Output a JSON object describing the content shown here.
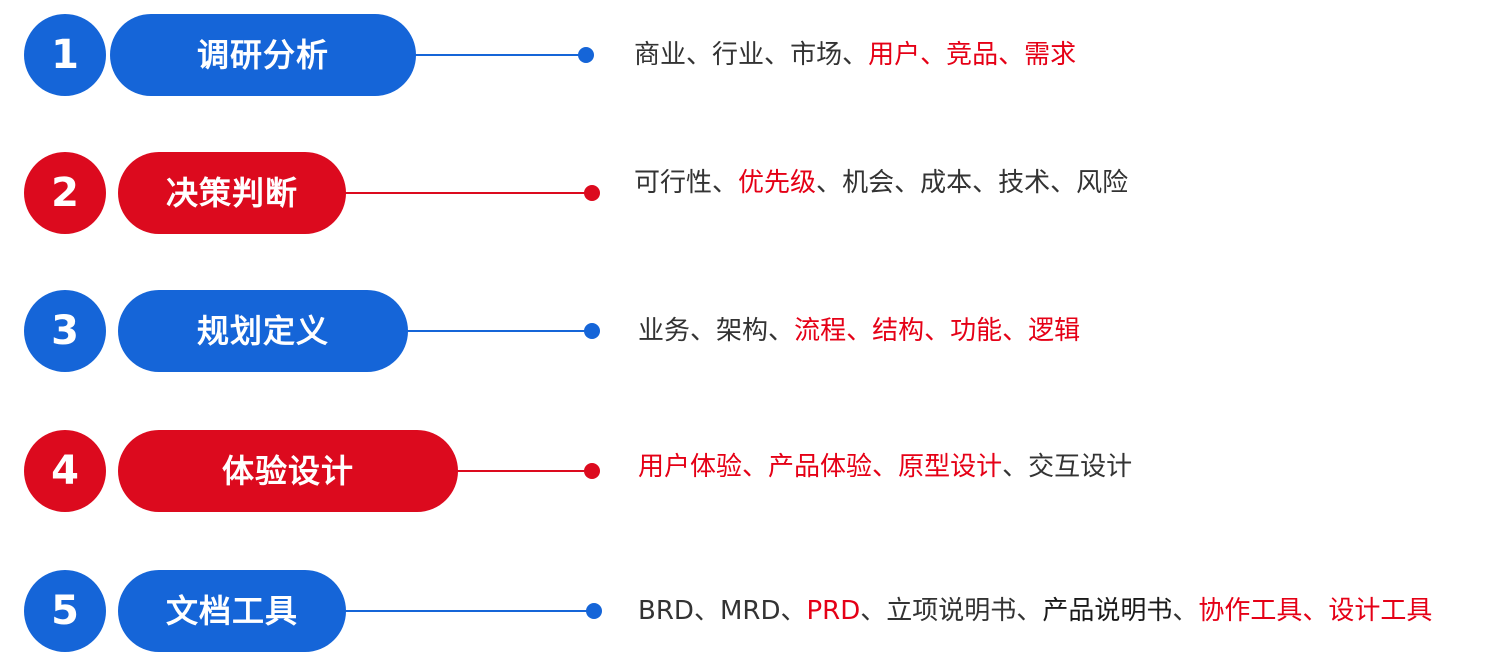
{
  "colors": {
    "blue": "#1565d8",
    "red": "#dc0a1e",
    "highlight": "#e50016",
    "text": "#333333"
  },
  "rows": [
    {
      "num": "1",
      "title": "调研分析",
      "theme": "blue",
      "items": [
        {
          "t": "商业",
          "hl": false
        },
        {
          "t": "行业",
          "hl": false
        },
        {
          "t": "市场",
          "hl": false
        },
        {
          "t": "用户",
          "hl": true
        },
        {
          "t": "竞品",
          "hl": true
        },
        {
          "t": "需求",
          "hl": true
        }
      ]
    },
    {
      "num": "2",
      "title": "决策判断",
      "theme": "red",
      "items": [
        {
          "t": "可行性",
          "hl": false
        },
        {
          "t": "优先级",
          "hl": true
        },
        {
          "t": "机会",
          "hl": false
        },
        {
          "t": "成本",
          "hl": false
        },
        {
          "t": "技术",
          "hl": false
        },
        {
          "t": "风险",
          "hl": false
        }
      ]
    },
    {
      "num": "3",
      "title": "规划定义",
      "theme": "blue",
      "items": [
        {
          "t": "业务",
          "hl": false
        },
        {
          "t": "架构",
          "hl": false
        },
        {
          "t": "流程",
          "hl": true
        },
        {
          "t": "结构",
          "hl": true
        },
        {
          "t": "功能",
          "hl": true
        },
        {
          "t": "逻辑",
          "hl": true
        }
      ]
    },
    {
      "num": "4",
      "title": "体验设计",
      "theme": "red",
      "items": [
        {
          "t": "用户体验",
          "hl": true
        },
        {
          "t": "产品体验",
          "hl": true
        },
        {
          "t": "原型设计",
          "hl": true
        },
        {
          "t": "交互设计",
          "hl": false
        }
      ]
    },
    {
      "num": "5",
      "title": "文档工具",
      "theme": "blue",
      "items": [
        {
          "t": "BRD",
          "hl": false
        },
        {
          "t": "MRD",
          "hl": false
        },
        {
          "t": "PRD",
          "hl": true
        },
        {
          "t": "立项说明书",
          "hl": false
        },
        {
          "t": "产品说明书",
          "hl": false,
          "dk": true
        },
        {
          "t": "协作工具",
          "hl": true
        },
        {
          "t": "设计工具",
          "hl": true
        }
      ]
    }
  ],
  "separator": "、"
}
